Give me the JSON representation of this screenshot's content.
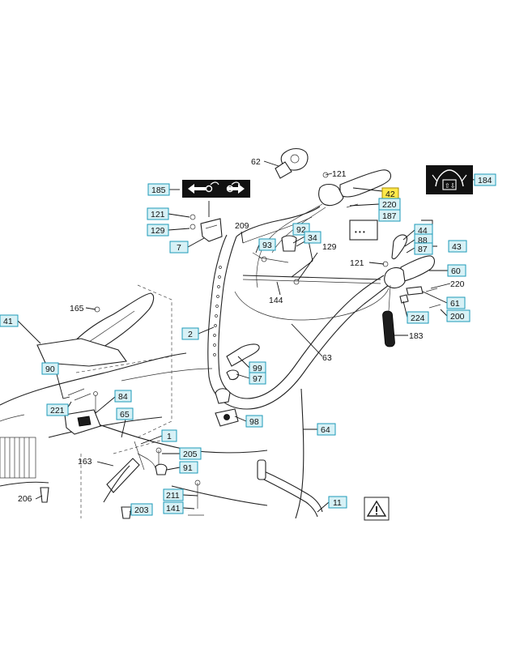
{
  "callouts": {
    "c184": "184",
    "c42": "42",
    "c220a": "220",
    "c187": "187",
    "c185": "185",
    "c121a": "121",
    "c129a": "129",
    "c7": "7",
    "c93": "93",
    "c92": "92",
    "c34": "34",
    "c44": "44",
    "c88": "88",
    "c87": "87",
    "c43": "43",
    "c60": "60",
    "c61": "61",
    "c200": "200",
    "c224": "224",
    "c41": "41",
    "c90": "90",
    "c221": "221",
    "c84": "84",
    "c2": "2",
    "c99": "99",
    "c97": "97",
    "c98": "98",
    "c65": "65",
    "c1": "1",
    "c205": "205",
    "c91": "91",
    "c211": "211",
    "c141": "141",
    "c203": "203",
    "c64": "64",
    "c11": "11"
  },
  "plain_labels": {
    "p62": "62",
    "p121b": "121",
    "p220b": "220",
    "p209": "209",
    "p129b": "129",
    "p121c": "121",
    "p144": "144",
    "p165": "165",
    "p63": "63",
    "p183": "183",
    "p163": "163",
    "p206": "206"
  },
  "icons": [
    "direction-arrows-icon",
    "operator-presence-icon",
    "warning-triangle-icon"
  ],
  "colors": {
    "callout_fill": "#d7f1f6",
    "callout_border": "#1e9ab8",
    "highlight_fill": "#ffe84a"
  }
}
